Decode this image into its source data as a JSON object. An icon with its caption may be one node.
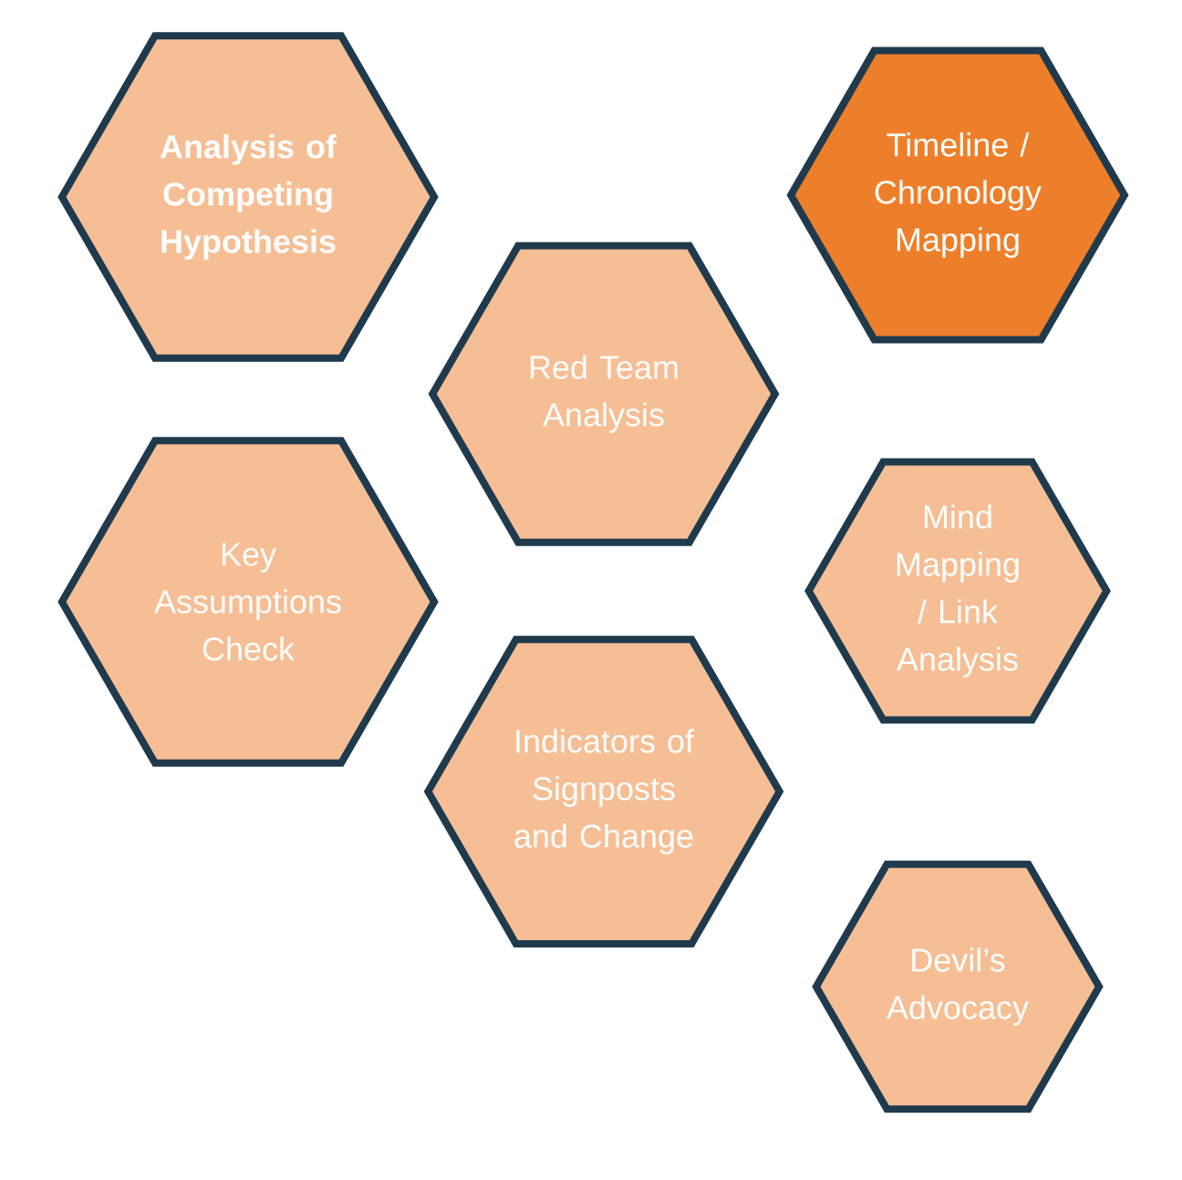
{
  "diagram": {
    "nodes": [
      {
        "text": [
          "Analysis of Competing Hypothesis"
        ]
      },
      {
        "text": [
          "Timeline / Chronology Mapping"
        ]
      },
      {
        "text": [
          "Red Team Analysis"
        ]
      },
      {
        "text": [
          "Key Assumptions Check"
        ]
      },
      {
        "text": [
          "Mind Mapping / Link Analysis"
        ]
      },
      {
        "text": [
          "Indicators of Signposts and Change"
        ]
      },
      {
        "text": [
          "Devil’s Advocacy"
        ]
      }
    ]
  }
}
